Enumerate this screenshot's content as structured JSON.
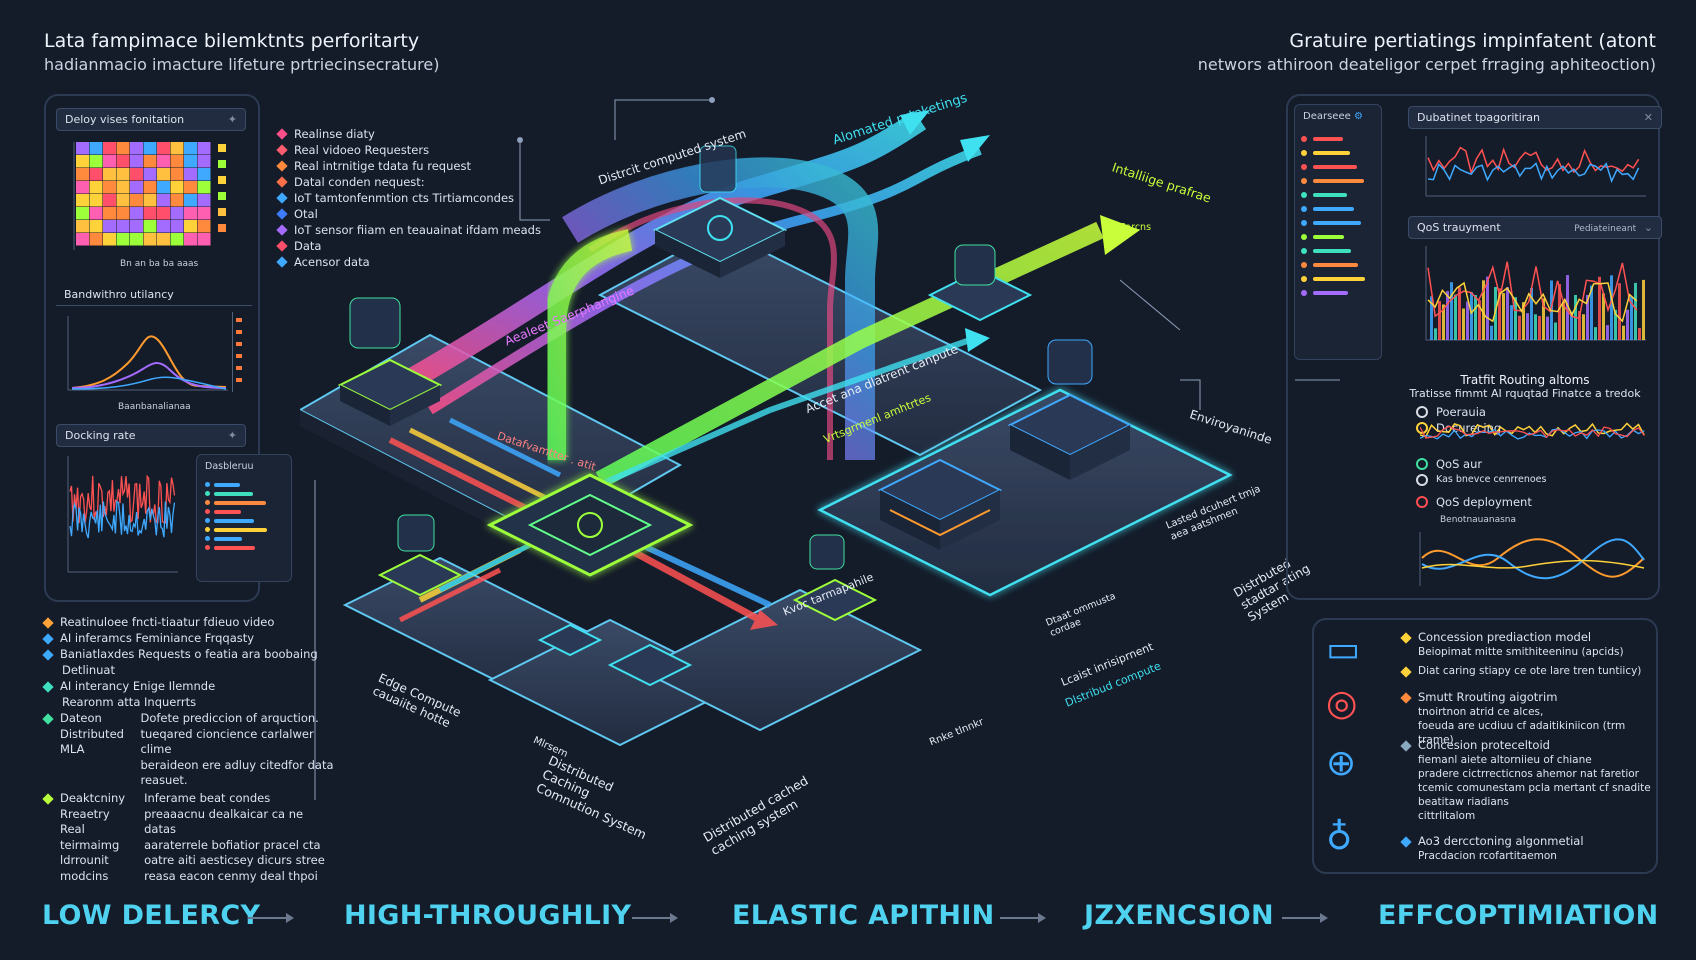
{
  "header": {
    "left_title": "Lata fampimace bilemktnts perforitarty",
    "left_subtitle": "hadianmacio imacture lifeture prtriecinsecrature)",
    "right_title": "Gratuire pertiatings impinfatent (atont",
    "right_subtitle": "networs athiroon deateligor cerpet frraging aphiteoction)"
  },
  "left_panels": {
    "heatmap_title": "Deloy vises fonitation",
    "heatmap_xlabel": "Bn an ba ba aaas",
    "bandwidth_title": "Bandwithro utilancy",
    "bandwidth_xlabel": "Baanbanalianaa",
    "docking_title": "Docking rate",
    "mini_title": "Dasbleruu"
  },
  "top_legend": [
    {
      "label": "Realinse diaty",
      "color": "#ff4f8b"
    },
    {
      "label": "Real vidoeo Requesters",
      "color": "#ff5c6e"
    },
    {
      "label": "Real intrnitige tdata fu request",
      "color": "#ff8a3d"
    },
    {
      "label": "Datal conden nequest:",
      "color": "#ff6f4a"
    },
    {
      "label": "IoT tamtonfenmtion cts Tirtiamcondes",
      "color": "#3fa9ff"
    },
    {
      "label": "Otal",
      "color": "#3f7bff"
    },
    {
      "label": "IoT sensor fiiam en teauainat ifdam meads",
      "color": "#a46bff"
    },
    {
      "label": "Data",
      "color": "#ff4f6b"
    },
    {
      "label": "Acensor data",
      "color": "#3fa9ff"
    }
  ],
  "diagram_labels": {
    "distrib_computed": "Distrcit computed system",
    "automated": "Alomated prtoketings",
    "intelligence": "Intalliige prafrae",
    "engine": "Aealeet Saerphangine",
    "parcns": "Parcns",
    "edge_compute": "Accet ana dlatrent canpute",
    "intelligent": "Vrtsgrmenl amhtrtes",
    "dataflow": "Datafvamtter . atit",
    "environment": "Enviroyaninde",
    "distributed_data": "Lasted dcuhert tmja aea aatshmen",
    "distributed_stor": "Distrbuted stadtar ating System",
    "edge_node": "Edge Compute cauaiite hotte",
    "coarse": "Kvoc tarmapahile",
    "distrib_caching": "Distributed Caching Comnution System",
    "distrib_cached": "Distributed cached caching system",
    "distrib_compute": "Dlstribud compute",
    "load_deploy": "Lcaist inrisiprnent",
    "data_mode": "Dtaat ommusta cordae",
    "rate_trans": "Rnke tlnnkr",
    "mlrsm": "Mlrsem"
  },
  "left_bullets": [
    {
      "label": "Reatinuloee fncti-tiaatur fdieuo video",
      "color": "#ffa23a",
      "sub": []
    },
    {
      "label": "AI inferamcs Feminiance Frqqasty",
      "color": "#3fa9ff",
      "sub": []
    },
    {
      "label": "Baniatlaxdes Requests o featia ara boobaing",
      "color": "#3fa9ff",
      "sub": [
        "Detlinuat"
      ]
    },
    {
      "label": "AI interancy Enige Ilemnde",
      "color": "#3fe0c0",
      "sub": [
        "Rearonm atta Inquerrts"
      ]
    },
    {
      "label": "Dateon Distributed MLA",
      "color": "#3fe0a0",
      "sub": [
        "Dofete prediccion of arquction.",
        "tueqared cioncience carlalwer clime",
        "beraideon ere adluy citedfor data",
        "reasuet."
      ]
    },
    {
      "label": "Deaktcniny Rreaetry Real teirmaimg ldrrounit modcins",
      "color": "#b8ff3a",
      "sub": [
        "Inferame beat condes",
        "preaaacnu dealkaicar ca ne datas",
        "aaraterrele bofiatior pracel cta",
        "oatre aiti aesticsey dicurs stree",
        "reasa eacon cenmy deal thpoi"
      ]
    }
  ],
  "right_panels": {
    "list_title": "Dearseee",
    "chart1_title": "Dubatinet tpagoritiran",
    "chart2_title": "QoS trauyment",
    "chart2_side": "Pediateineant",
    "routing_title": "Tratfit Routing altoms",
    "routing_sub": "Tratisse fimmt AI rquqtad Finatce a tredok",
    "routing_items": [
      {
        "label": "Poerauia",
        "color": "#d8dce4"
      },
      {
        "label": "Docurecing",
        "color": "#ffd23a"
      },
      {
        "label": "QoS aur",
        "color": "#3fe0a0"
      },
      {
        "label": "Kas bnevce cenrrenoes",
        "color": "#d8dce4"
      },
      {
        "label": "QoS deployment",
        "color": "#ff4f4f"
      }
    ],
    "routing_xlabel": "Benotnauanasna"
  },
  "right_bullets": [
    {
      "label": "Concession prediaction model",
      "color": "#ffd23a",
      "sub": [
        "Beiopimat mitte smithiteeninu (apcids)"
      ],
      "icon": "monitor-icon"
    },
    {
      "label": "Diat caring stiapy ce ote lare tren tuntiicy)",
      "color": "#ffd23a",
      "sub": [],
      "icon": "monitor-icon"
    },
    {
      "label": "Smutt Rrouting aigotrim",
      "color": "#ff8a3d",
      "sub": [
        "tnoirtnon atrid ce alces,",
        "foeuda are ucdiuu cf adaitikiniicon (trm trame)"
      ],
      "icon": "radar-icon"
    },
    {
      "label": "Concesion proteceltoid",
      "color": "#8aa8c0",
      "sub": [
        "fiemanl aiete altorniieu of chiane",
        "pradere cictrrecticnos ahemor nat faretior",
        "tcemic comunestam pcla mertant cf snadite",
        "beatitaw riadians",
        "cittrlitalom"
      ],
      "icon": "globe-icon"
    },
    {
      "label": "Ao3 dercctoning algonmetial",
      "color": "#3fa9ff",
      "sub": [
        "Pracdacion rcofartitaemon"
      ],
      "icon": "robot-icon"
    }
  ],
  "bottom_bar": [
    {
      "label": "LOW DELERCY"
    },
    {
      "label": "HIGH-THROUGHLIY"
    },
    {
      "label": "ELASTIC APITHIN"
    },
    {
      "label": "JZXENCSION"
    },
    {
      "label": "EFFCOPTIMIATION"
    }
  ],
  "colors": {
    "background": "#141b29",
    "accent": "#4fd2f0",
    "green": "#9dff3a",
    "panel": "#1b2435"
  }
}
